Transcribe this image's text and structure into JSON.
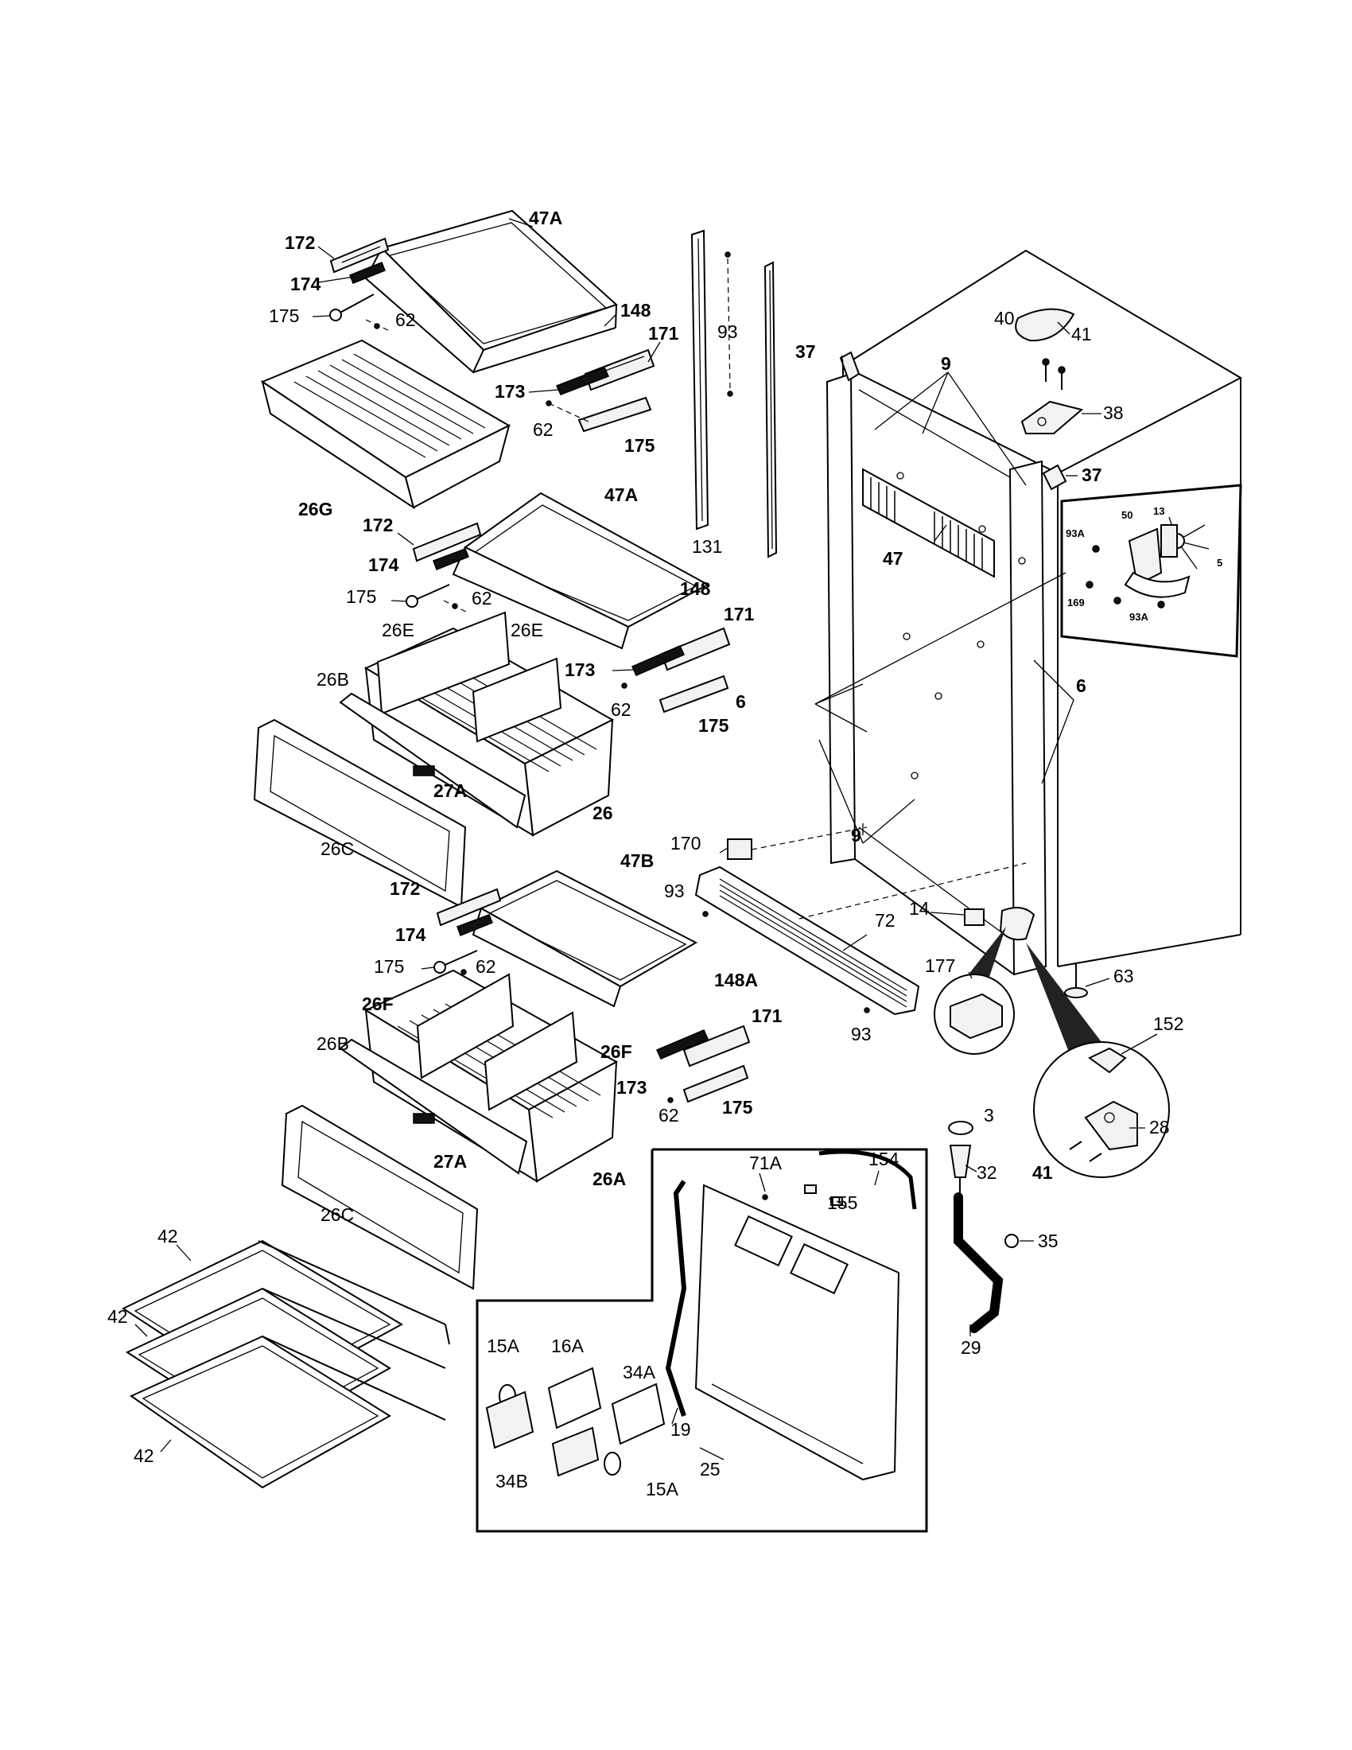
{
  "labels": {
    "l_172_a": "172",
    "l_47a_a": "47A",
    "l_174_a": "174",
    "l_148_a": "148",
    "l_175_a": "175",
    "l_62_a": "62",
    "l_171_a": "171",
    "l_173_a": "173",
    "l_62_b": "62",
    "l_175_b": "175",
    "l_26g": "26G",
    "l_93_a": "93",
    "l_131": "131",
    "l_37_a": "37",
    "l_9_a": "9",
    "l_40": "40",
    "l_41_a": "41",
    "l_38": "38",
    "l_37_b": "37",
    "l_47": "47",
    "l_50": "50",
    "l_13": "13",
    "l_93a_a": "93A",
    "l_5": "5",
    "l_169": "169",
    "l_93a_b": "93A",
    "l_172_b": "172",
    "l_47a_b": "47A",
    "l_174_b": "174",
    "l_148_b": "148",
    "l_175_c": "175",
    "l_62_c": "62",
    "l_171_b": "171",
    "l_173_b": "173",
    "l_62_d": "62",
    "l_175_d": "175",
    "l_26e_a": "26E",
    "l_26e_b": "26E",
    "l_26b_a": "26B",
    "l_27a_a": "27A",
    "l_26_a": "26",
    "l_26c_a": "26C",
    "l_6_a": "6",
    "l_6_b": "6",
    "l_9_b": "9",
    "l_170": "170",
    "l_172_c": "172",
    "l_47b": "47B",
    "l_174_c": "174",
    "l_93_b": "93",
    "l_175_e": "175",
    "l_62_e": "62",
    "l_148a": "148A",
    "l_72": "72",
    "l_14": "14",
    "l_177": "177",
    "l_63": "63",
    "l_93_c": "93",
    "l_26f_a": "26F",
    "l_171_c": "171",
    "l_26f_b": "26F",
    "l_26b_b": "26B",
    "l_173_c": "173",
    "l_62_f": "62",
    "l_175_f": "175",
    "l_27a_b": "27A",
    "l_26a": "26A",
    "l_26c_b": "26C",
    "l_152": "152",
    "l_3": "3",
    "l_28": "28",
    "l_41_b": "41",
    "l_32": "32",
    "l_71a": "71A",
    "l_154": "154",
    "l_155": "155",
    "l_35": "35",
    "l_29": "29",
    "l_42_a": "42",
    "l_42_b": "42",
    "l_42_c": "42",
    "l_15a_a": "15A",
    "l_16a": "16A",
    "l_34a": "34A",
    "l_19": "19",
    "l_34b": "34B",
    "l_15a_b": "15A",
    "l_25": "25"
  }
}
